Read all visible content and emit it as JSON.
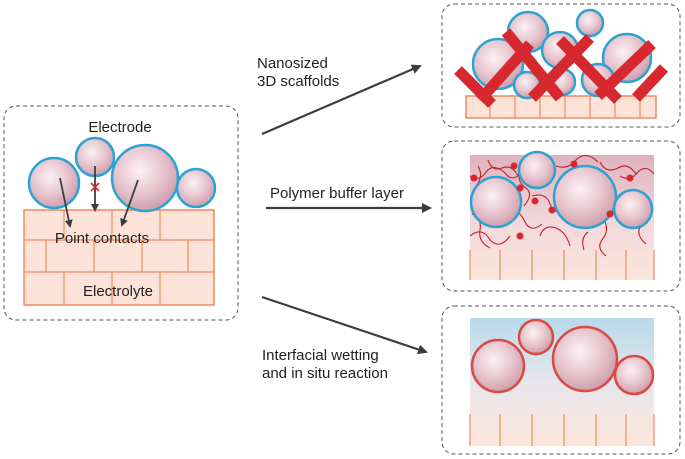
{
  "left_panel": {
    "electrode_label": "Electrode",
    "contacts_label": "Point contacts",
    "electrolyte_label": "Electrolyte"
  },
  "strategies": [
    {
      "label_line1": "Nanosized",
      "label_line2": "3D scaffolds"
    },
    {
      "label_line1": "Polymer buffer layer"
    },
    {
      "label_line1": "Interfacial wetting",
      "label_line2": "and in situ reaction"
    }
  ],
  "colors": {
    "particle_fill": "#e3bcc6",
    "particle_outline_blue": "#2aa3d3",
    "particle_outline_red": "#d94a40",
    "electrolyte_fill": "#fde3d7",
    "electrolyte_line": "#ef8a62",
    "scaffold": "#d7282f",
    "arrow": "#3d3d3d",
    "panel_border": "#555555"
  }
}
